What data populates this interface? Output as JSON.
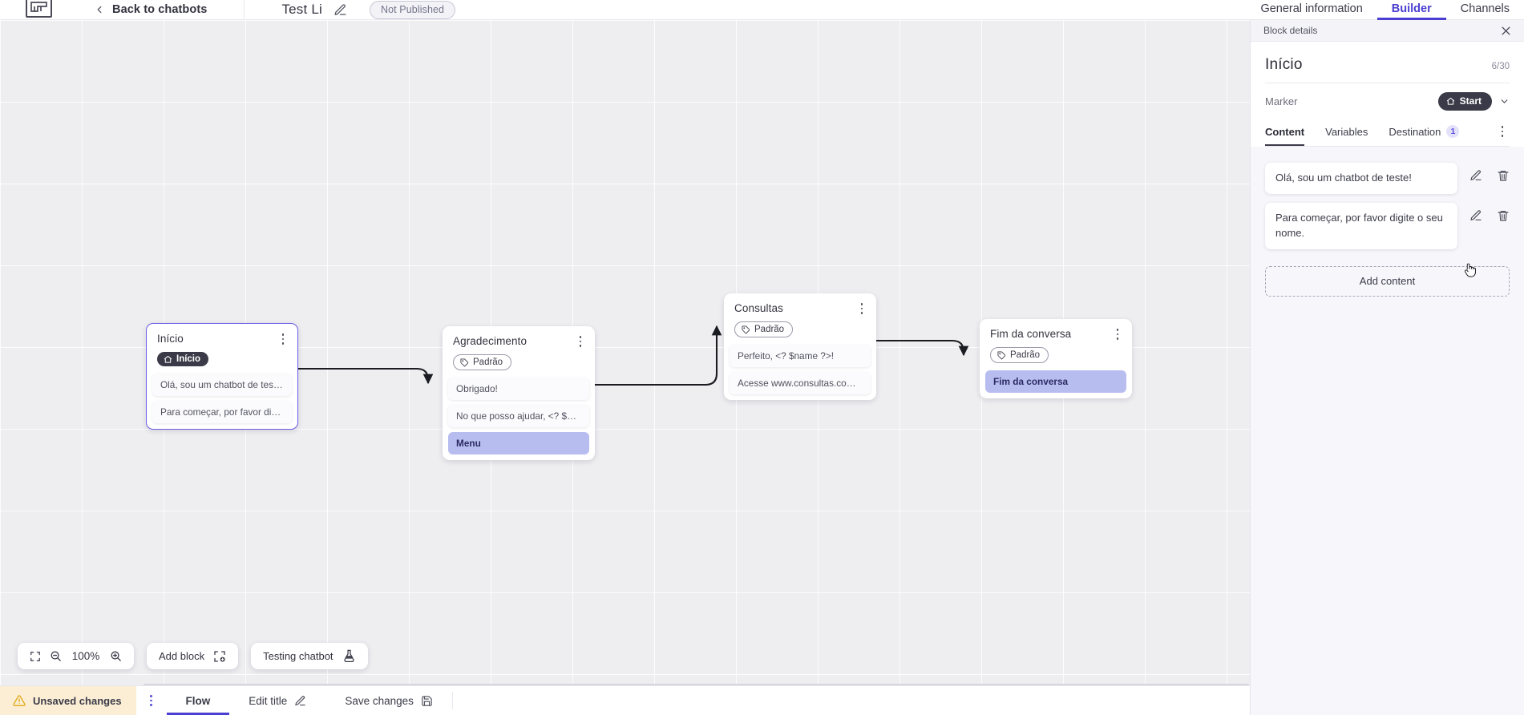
{
  "topbar": {
    "logo_name": "app-logo",
    "back_label": "Back to chatbots",
    "bot_title": "Test Li",
    "status_badge": "Not Published",
    "nav_tabs": [
      {
        "label": "General information",
        "active": false
      },
      {
        "label": "Builder",
        "active": true
      },
      {
        "label": "Channels",
        "active": false
      }
    ]
  },
  "canvas": {
    "zoom_level": "100%",
    "add_block_label": "Add block",
    "testing_label": "Testing chatbot",
    "nodes": [
      {
        "id": "inicio",
        "title": "Início",
        "tag": "Início",
        "tag_kind": "start",
        "selected": true,
        "rows": [
          {
            "text": "Olá, sou um chatbot de teste!",
            "accent": false
          },
          {
            "text": "Para começar, por favor digite o ...",
            "accent": false
          }
        ]
      },
      {
        "id": "agradecimento",
        "title": "Agradecimento",
        "tag": "Padrão",
        "tag_kind": "padrao",
        "selected": false,
        "rows": [
          {
            "text": "Obrigado!",
            "accent": false
          },
          {
            "text": "No que posso ajudar, <? $name ...",
            "accent": false
          },
          {
            "text": "Menu",
            "accent": true
          }
        ]
      },
      {
        "id": "consultas",
        "title": "Consultas",
        "tag": "Padrão",
        "tag_kind": "padrao",
        "selected": false,
        "rows": [
          {
            "text": "Perfeito, <? $name ?>!",
            "accent": false
          },
          {
            "text": "Acesse www.consultas.com par...",
            "accent": false
          }
        ]
      },
      {
        "id": "fim",
        "title": "Fim da conversa",
        "tag": "Padrão",
        "tag_kind": "padrao",
        "selected": false,
        "rows": [
          {
            "text": "Fim da conversa",
            "accent": true
          }
        ]
      }
    ]
  },
  "bottombar": {
    "unsaved_label": "Unsaved changes",
    "flow_label": "Flow",
    "edit_title_label": "Edit title",
    "save_label": "Save changes"
  },
  "panel": {
    "header_label": "Block details",
    "title": "Início",
    "counter": "6/30",
    "marker_label": "Marker",
    "marker_value": "Start",
    "tabs": [
      {
        "label": "Content",
        "active": true,
        "badge": ""
      },
      {
        "label": "Variables",
        "active": false,
        "badge": ""
      },
      {
        "label": "Destination",
        "active": false,
        "badge": "1"
      }
    ],
    "contents": [
      {
        "text": "Olá, sou um chatbot de teste!"
      },
      {
        "text": "Para começar, por favor digite o seu nome."
      }
    ],
    "add_content_label": "Add content"
  },
  "colors": {
    "accent": "#4b3fd1",
    "badge_bg": "#e4e2fb",
    "node_accent_row": "#b8bdf0",
    "warning_bg": "#fbeed4",
    "canvas_bg": "#eeeef1"
  }
}
